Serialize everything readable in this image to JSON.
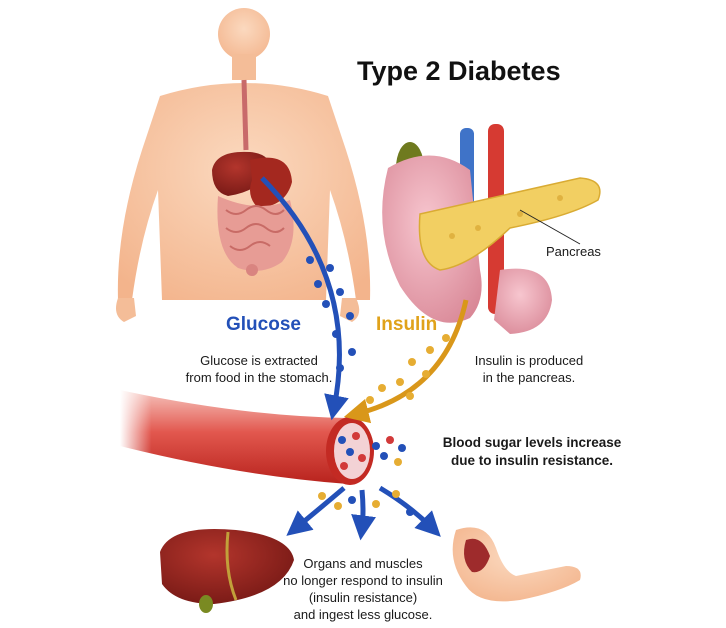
{
  "title": "Type 2 Diabetes",
  "labels": {
    "glucose": "Glucose",
    "insulin": "Insulin",
    "pancreas": "Pancreas"
  },
  "captions": {
    "stomach": [
      "Glucose is extracted",
      "from food in the stomach."
    ],
    "pancreas": [
      "Insulin is produced",
      "in the pancreas."
    ],
    "blood": [
      "Blood sugar levels increase",
      "due to insulin resistance."
    ],
    "organs": [
      "Organs and muscles",
      "no longer respond to insulin",
      "(insulin resistance)",
      "and ingest less glucose."
    ]
  },
  "colors": {
    "glucose_blue": "#2350b8",
    "insulin_gold": "#e0a21a",
    "red_cell": "#d23a3a",
    "skin": "#f7c9a8",
    "organ_red": "#8e1f1a",
    "pancreas_yellow": "#f2cf62"
  }
}
